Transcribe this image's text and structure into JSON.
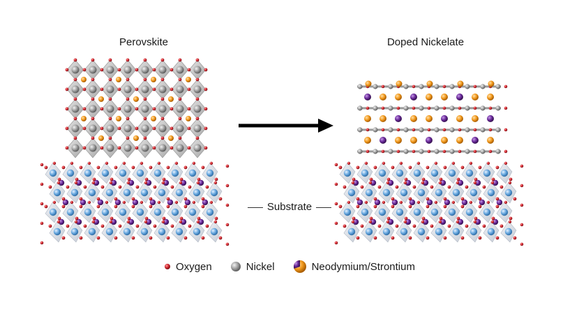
{
  "titles": {
    "left": "Perovskite",
    "right": "Doped Nickelate"
  },
  "substrate_label": "Substrate",
  "legend": [
    {
      "label": "Oxygen",
      "icon": "oxygen-atom-icon",
      "color": "#d0262e"
    },
    {
      "label": "Nickel",
      "icon": "nickel-atom-icon",
      "color": "#8c8c8c"
    },
    {
      "label": "Neodymium/Strontium",
      "icon": "neodymium-strontium-atom-icon",
      "color": "#f29a1e",
      "color2": "#6a2a9a"
    }
  ],
  "colors": {
    "oxygen": "#d0262e",
    "nickel": "#8c8c8c",
    "octahedron": "#b9b9b9",
    "neodymium": "#f29a1e",
    "strontium": "#6a2a9a",
    "substrate_atom": "#6aa9e0",
    "substrate_polyhedron": "#c9d0da",
    "arrow": "#000000"
  }
}
